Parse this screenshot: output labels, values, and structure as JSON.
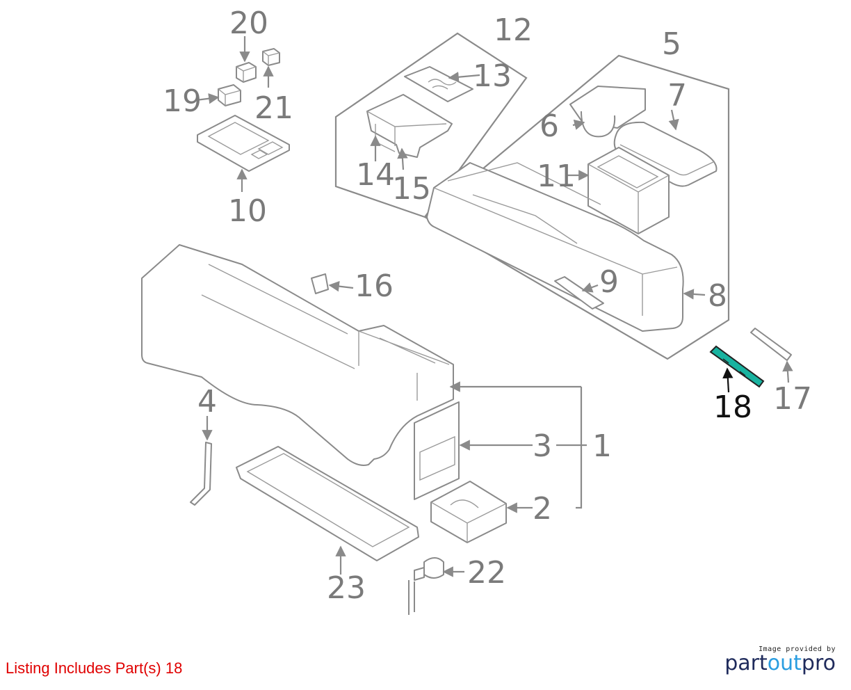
{
  "callouts": [
    "1",
    "2",
    "3",
    "4",
    "5",
    "6",
    "7",
    "8",
    "9",
    "10",
    "11",
    "12",
    "13",
    "14",
    "15",
    "16",
    "17",
    "18",
    "19",
    "20",
    "21",
    "22",
    "23"
  ],
  "highlighted_part": "18",
  "caption": "Listing Includes Part(s) 18",
  "branding": {
    "provided_by": "Image provided by",
    "name_part1": "part",
    "name_part2": "out",
    "name_part3": "pro"
  },
  "colors": {
    "highlight_fill": "#19b3a0",
    "caption": "#e00000",
    "callout_gray": "#7a7a7a",
    "brand_dark": "#1f2b5c",
    "brand_accent": "#2a9de0"
  }
}
